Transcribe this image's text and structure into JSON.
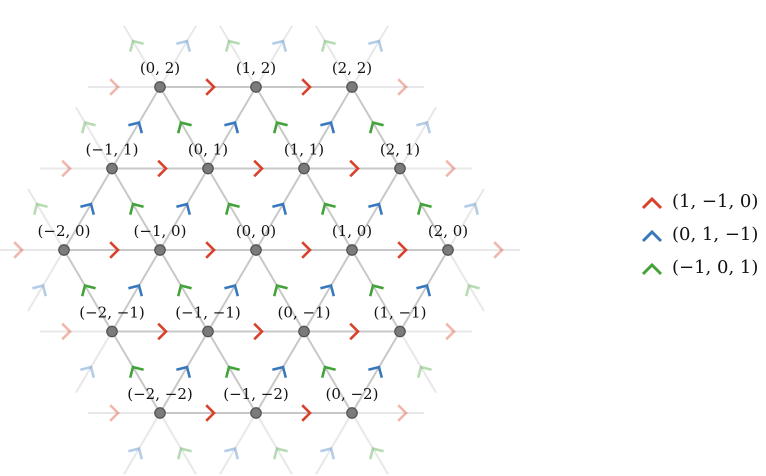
{
  "colors": {
    "red": "#d9412b",
    "blue": "#3a78be",
    "green": "#43a23a",
    "edge": "#c8c8c8",
    "node_fill": "#7b7b7b",
    "node_stroke": "#555555"
  },
  "nodes": [
    {
      "q": 0,
      "r": 2,
      "label": "(0, 2)"
    },
    {
      "q": 1,
      "r": 2,
      "label": "(1, 2)"
    },
    {
      "q": 2,
      "r": 2,
      "label": "(2, 2)"
    },
    {
      "q": -1,
      "r": 1,
      "label": "(−1, 1)"
    },
    {
      "q": 0,
      "r": 1,
      "label": "(0, 1)"
    },
    {
      "q": 1,
      "r": 1,
      "label": "(1, 1)"
    },
    {
      "q": 2,
      "r": 1,
      "label": "(2, 1)"
    },
    {
      "q": -2,
      "r": 0,
      "label": "(−2, 0)"
    },
    {
      "q": -1,
      "r": 0,
      "label": "(−1, 0)"
    },
    {
      "q": 0,
      "r": 0,
      "label": "(0, 0)"
    },
    {
      "q": 1,
      "r": 0,
      "label": "(1, 0)"
    },
    {
      "q": 2,
      "r": 0,
      "label": "(2, 0)"
    },
    {
      "q": -2,
      "r": -1,
      "label": "(−2, −1)"
    },
    {
      "q": -1,
      "r": -1,
      "label": "(−1, −1)"
    },
    {
      "q": 0,
      "r": -1,
      "label": "(0, −1)"
    },
    {
      "q": 1,
      "r": -1,
      "label": "(1, −1)"
    },
    {
      "q": -2,
      "r": -2,
      "label": "(−2, −2)"
    },
    {
      "q": -1,
      "r": -2,
      "label": "(−1, −2)"
    },
    {
      "q": 0,
      "r": -2,
      "label": "(0, −2)"
    }
  ],
  "legend": [
    {
      "color_key": "red",
      "direction": "right",
      "label": "(1, −1, 0)"
    },
    {
      "color_key": "blue",
      "direction": "up",
      "label": "(0, 1, −1)"
    },
    {
      "color_key": "green",
      "direction": "up",
      "label": "(−1, 0, 1)"
    }
  ]
}
